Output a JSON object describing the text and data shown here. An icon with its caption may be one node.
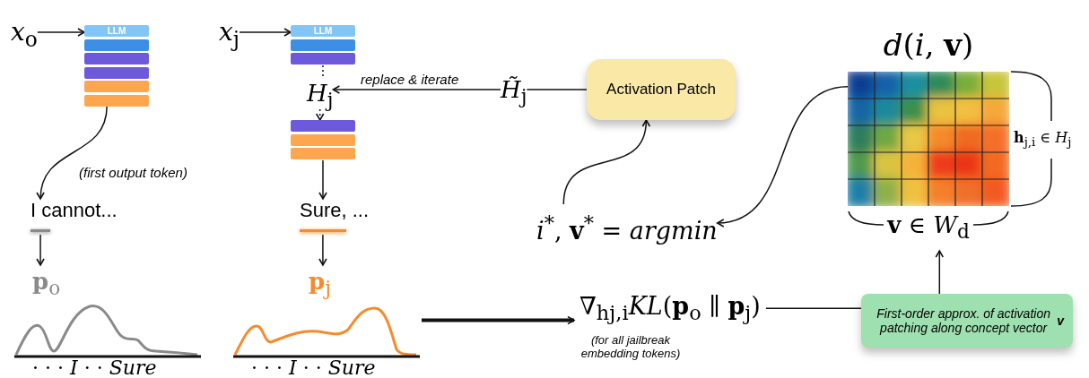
{
  "diagram": {
    "nodes": [
      {
        "text": [
          "*x*$_{o}$"
        ]
      },
      {
        "text": [
          "LLM"
        ]
      },
      {
        "text": [
          "I cannot..."
        ]
      },
      {
        "text": [
          "**p**$_{o}$"
        ]
      },
      {
        "text": [
          "· · · *I* · · *Sure*"
        ]
      },
      {
        "text": [
          "*x*$_{j}$"
        ]
      },
      {
        "text": [
          "LLM"
        ]
      },
      {
        "text": [
          "*H*$_{j}$"
        ]
      },
      {
        "text": [],
        "shape": "box"
      },
      {
        "text": [
          "Sure, ..."
        ]
      },
      {
        "text": [
          "**p**$_{j}$"
        ]
      },
      {
        "text": [
          "· · · *I* · · *Sure*"
        ]
      },
      {
        "text": [
          "*H̃*$_{j}$"
        ]
      },
      {
        "text": [
          "Activation Patch"
        ]
      },
      {
        "text": [
          "*d*(*i*, **v**)",
          "**h**$_{j,i}$ ∈ *H*$_{j}$"
        ]
      },
      {
        "text": [
          "*i*$^{*}$, **v**$^{*}$ = *argmin*"
        ]
      },
      {
        "text": [
          "**v** ∈ *W*$_{d}$"
        ]
      },
      {
        "text": [
          "∇$_{hj,i}$*KL*(**p**$_{o}$ ∥ **p**$_{j}$)"
        ],
        "beside": [
          "(for all jailbreak embedding tokens)"
        ]
      },
      {
        "text": [
          "First-order approx. of activation patching along concept vector **v**"
        ]
      }
    ],
    "edges": [
      {
        "from": 0,
        "to": 1,
        "arrow": "to"
      },
      {
        "from": 1,
        "to": 2,
        "arrow": "to",
        "label": "(first output token)"
      },
      {
        "from": 2,
        "to": 3,
        "arrow": "to"
      },
      {
        "from": 5,
        "to": 6,
        "arrow": "to"
      },
      {
        "from": 6,
        "to": 7,
        "arrow": "none",
        "style": "dashed"
      },
      {
        "from": 7,
        "to": 8,
        "arrow": "to",
        "style": "dashed"
      },
      {
        "from": 8,
        "to": 9,
        "arrow": "to"
      },
      {
        "from": 9,
        "to": 10,
        "arrow": "to"
      },
      {
        "from": 12,
        "to": 7,
        "arrow": "to",
        "label": "replace & iterate"
      },
      {
        "from": 13,
        "to": 12,
        "arrow": "none"
      },
      {
        "from": 15,
        "to": 13,
        "arrow": "to"
      },
      {
        "from": 14,
        "to": 15,
        "arrow": "to"
      },
      {
        "from": 11,
        "to": 17,
        "arrow": "to",
        "style": "thick"
      },
      {
        "from": 17,
        "to": 18,
        "arrow": "none"
      },
      {
        "from": 18,
        "to": 16,
        "arrow": "to"
      }
    ]
  }
}
